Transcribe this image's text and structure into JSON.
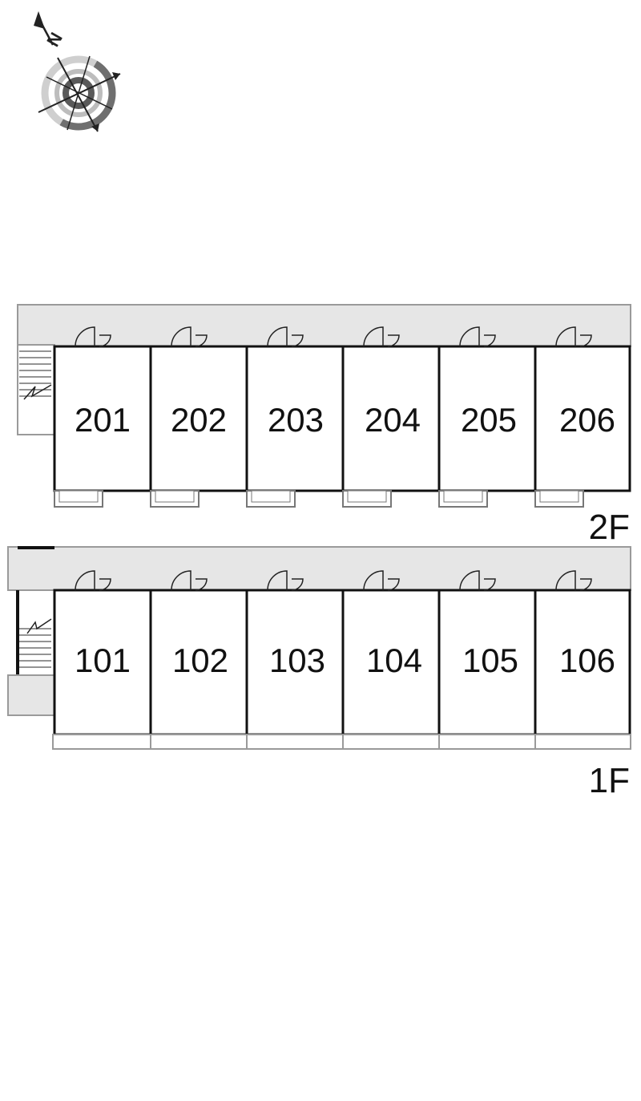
{
  "compass": {
    "label": "N",
    "icon": "north-compass-icon"
  },
  "floors": [
    {
      "id": "2F",
      "label": "2F",
      "units": [
        "201",
        "202",
        "203",
        "204",
        "205",
        "206"
      ]
    },
    {
      "id": "1F",
      "label": "1F",
      "units": [
        "101",
        "102",
        "103",
        "104",
        "105",
        "106"
      ]
    }
  ],
  "colors": {
    "corridor": "#e6e6e6",
    "wall": "#111111",
    "outline": "#9a9a9a",
    "background": "#ffffff"
  }
}
